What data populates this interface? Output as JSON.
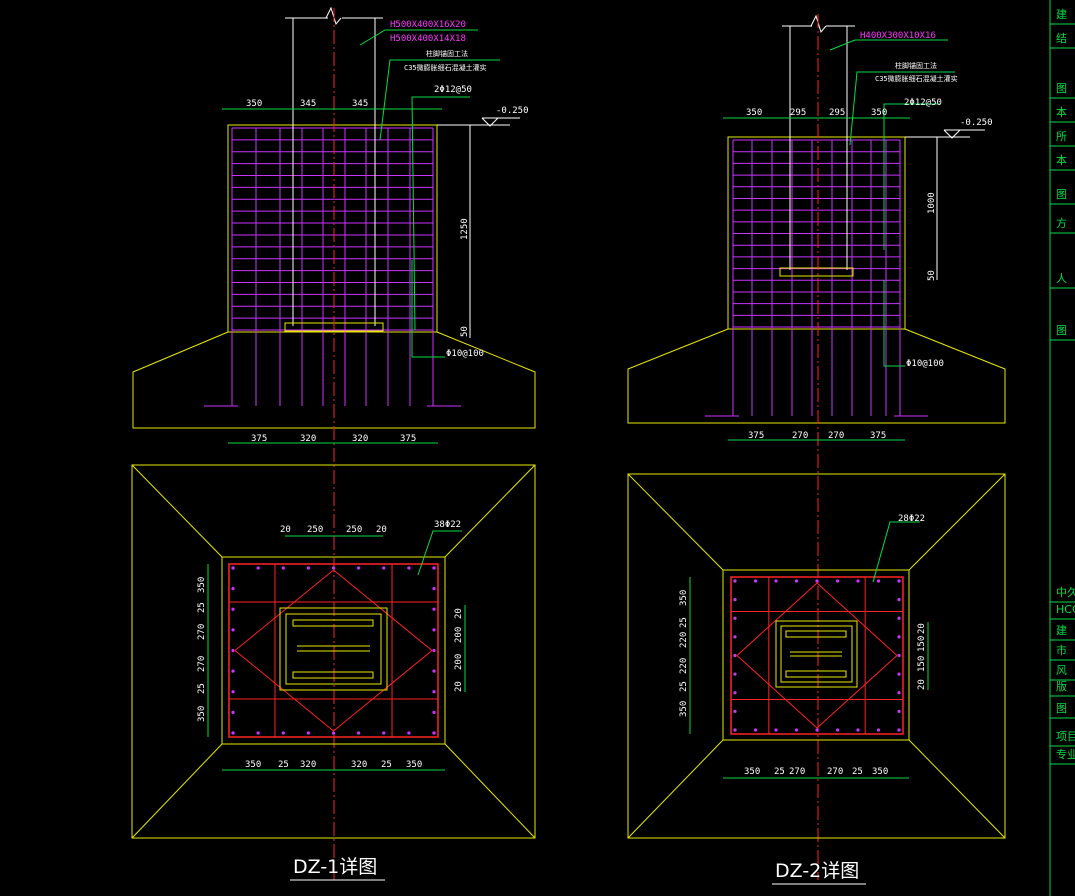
{
  "colors": {
    "background": "#000000",
    "outline": "#e8e800",
    "rebar": "#cc33ff",
    "centerline": "#ff2222",
    "leader": "#00dd44",
    "text": "#ffffff",
    "steel_label": "#ff33ff"
  },
  "dz1": {
    "title": "DZ-1详图",
    "steel_label_1": "H500X400X16X20",
    "steel_label_2": "H500X400X14X18",
    "anchor_note": "柱脚锚固工法",
    "concrete_note": "C35微膨胀细石混凝土灌实",
    "bar_note": "2Φ12@50",
    "elevation": "-0.250",
    "height_dim": "1250",
    "base_dim": "50",
    "stirrup_note": "Φ10@100",
    "top_dims": [
      "350",
      "345",
      "345"
    ],
    "bottom_dims": [
      "375",
      "320",
      "320",
      "375"
    ],
    "plan_top_dims": [
      "20",
      "250",
      "250",
      "20"
    ],
    "plan_rebar": "38Φ22",
    "plan_left_dims": [
      "350",
      "25",
      "270",
      "270",
      "25",
      "350"
    ],
    "plan_right_dims": [
      "20",
      "200",
      "200",
      "20"
    ],
    "plan_bottom_dims": [
      "350",
      "25",
      "320",
      "320",
      "25",
      "350"
    ]
  },
  "dz2": {
    "title": "DZ-2详图",
    "steel_label_1": "H400X300X10X16",
    "anchor_note": "柱脚锚固工法",
    "concrete_note": "C35微膨胀细石混凝土灌实",
    "bar_note": "2Φ12@50",
    "elevation": "-0.250",
    "height_dim": "1000",
    "base_dim": "50",
    "stirrup_note": "Φ10@100",
    "top_dims": [
      "350",
      "295",
      "295",
      "350"
    ],
    "bottom_dims": [
      "375",
      "270",
      "270",
      "375"
    ],
    "plan_rebar": "28Φ22",
    "plan_left_dims": [
      "350",
      "25",
      "220",
      "220",
      "25",
      "350"
    ],
    "plan_right_dims": [
      "20",
      "150",
      "150",
      "20"
    ],
    "plan_bottom_dims": [
      "350",
      "25",
      "270",
      "270",
      "25",
      "350"
    ]
  },
  "title_block": {
    "labels": [
      "建",
      "结",
      "图",
      "本",
      "所",
      "本",
      "图",
      "方",
      "人",
      "图",
      "中久",
      "HCC",
      "建",
      "市",
      "风",
      "版",
      "图",
      "项目",
      "专业"
    ]
  }
}
